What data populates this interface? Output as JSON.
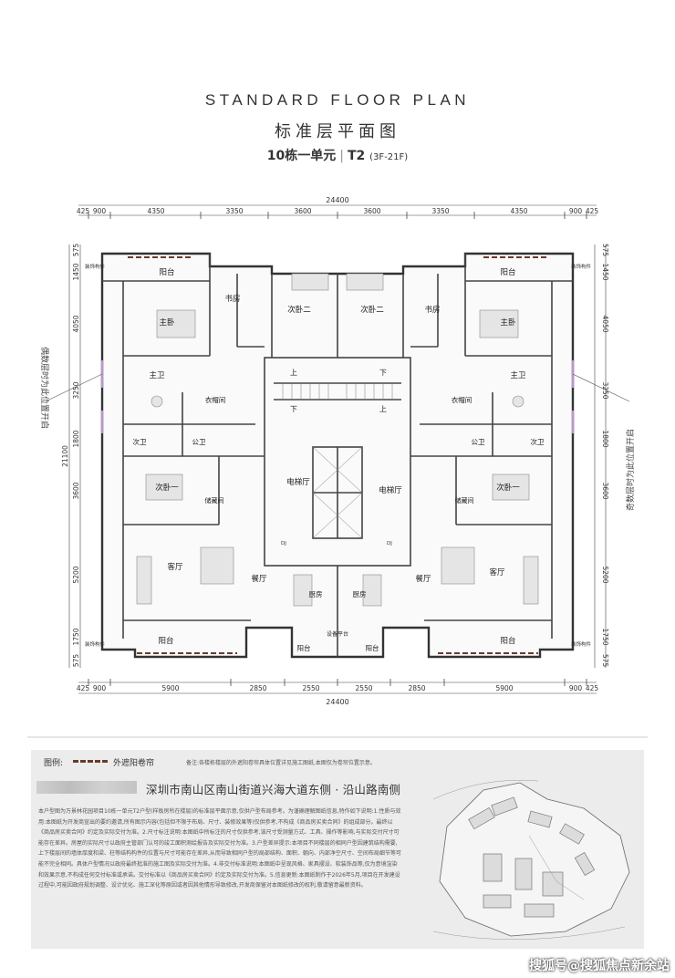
{
  "header": {
    "title_en": "STANDARD FLOOR PLAN",
    "title_cn": "标准层平面图",
    "subtitle_main": "10栋一单元",
    "subtitle_sep": "|",
    "subtitle_type": "T2",
    "subtitle_floors": "(3F-21F)"
  },
  "dimensions": {
    "total_top": "24400",
    "total_bottom": "24400",
    "top": [
      "425",
      "900",
      "4350",
      "3350",
      "3600",
      "3600",
      "3350",
      "4350",
      "900",
      "425"
    ],
    "bottom": [
      "425",
      "900",
      "5900",
      "2850",
      "2550",
      "2550",
      "2850",
      "5900",
      "900",
      "425"
    ],
    "left": [
      "575",
      "1450",
      "4050",
      "3250",
      "1800",
      "3600",
      "5200",
      "1750",
      "575"
    ],
    "right": [
      "575",
      "1450",
      "4050",
      "3250",
      "1800",
      "3600",
      "5200",
      "1750",
      "575"
    ],
    "total_side": "21100"
  },
  "rooms": {
    "balcony": "阳台",
    "master_bedroom": "主卧",
    "study": "书房",
    "second_bedroom_2": "次卧二",
    "master_bath": "主卫",
    "cloakroom": "衣帽间",
    "second_bath": "次卫",
    "public_bath": "公卫",
    "second_bedroom_1": "次卧一",
    "storage": "储藏间",
    "elevator_hall": "电梯厅",
    "living_room": "客厅",
    "dining_room": "餐厅",
    "kitchen": "厨房",
    "equipment_platform": "设备平台",
    "up": "上",
    "down": "下",
    "decorative_component": "装饰构件",
    "dj": "DJ"
  },
  "side_notes": {
    "left": "偶数层时为此位置开启",
    "right": "奇数层时为此位置开启"
  },
  "legend": {
    "title": "图例:",
    "label": "外遮阳卷帘",
    "note": "备注:各楼栋楼层的外遮阳卷帘具体位置详见施工图纸,本图仅为卷帘位置示意。"
  },
  "address": "深圳市南山区南山街道兴海大道东侧 · 沿山路南侧",
  "notes": "本户型图为万景林花园项目10栋一单元T2户型(样板房所在楼层)的标准层平面示意,仅供户型布局参考。为谨确理解图纸信息,特作如下说明:1.性质与效用:本图纸为开发商宣出的要约邀请,所有图示内容(包括但不限于布局、尺寸、装修效果等)仅供参考,不构成《商品房买卖合同》的组成部分。最终以《商品房买卖合同》约定及实际交付为准。2.尺寸标注说明:本图纸中所标注的尺寸仅供参考,该尺寸受测量方式、工具、操作等影响,与实际交付尺寸可能存在差异。房屋的实际尺寸以政府主管部门认可的竣工面积测绘报告及实际交付为准。3.户型差异提示:本项目不同楼层的相同户型因建筑结构需要,上下楼层间的墙体厚度和梁、柱等结构构件的位置与尺寸可能存在差异,从而导致相同户型的局部结构、面积、朝向、内部净空尺寸、空间布局细节等可能不完全相同。具体户型情况以政府最终批准的施工图及实际交付为准。4.非交付标准说明:本图纸中呈现风格、家具摆设、软装饰品等,仅为意境渲染和效果示意,不构成任何交付标准或承诺。交付标准以《商品房买卖合同》约定及实际交付为准。5.信息更新:本图纸制作于2026年5月,项目在开发建设过程中,可能因政府规划调整、设计优化、施工深化等原因或者因其他情形导致修改,开发商保留对本图纸修改的权利,敬请留意最新资料。",
  "watermark": "搜狐号@搜狐焦点新余站"
}
